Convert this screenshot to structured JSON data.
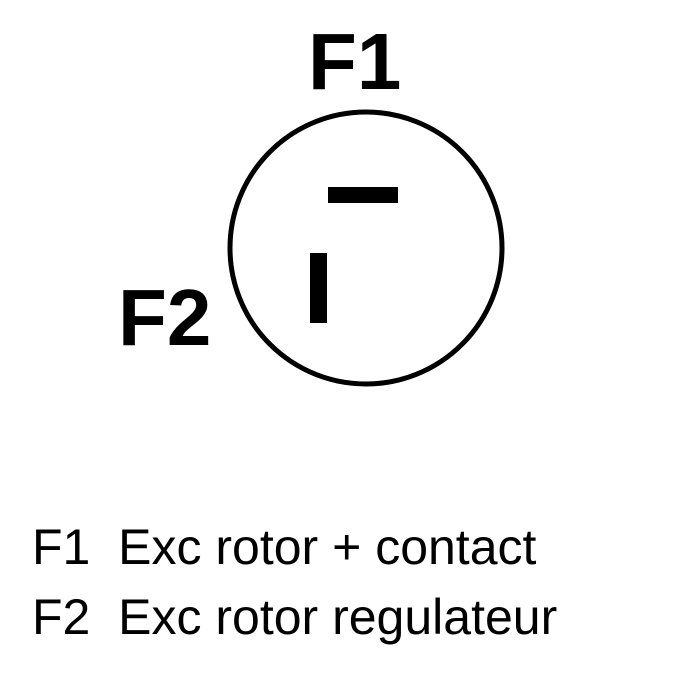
{
  "connector": {
    "pin1": "F1",
    "pin2": "F2"
  },
  "legend": [
    {
      "pin": "F1",
      "desc": "Exc rotor + contact"
    },
    {
      "pin": "F2",
      "desc": "Exc rotor regulateur"
    }
  ]
}
